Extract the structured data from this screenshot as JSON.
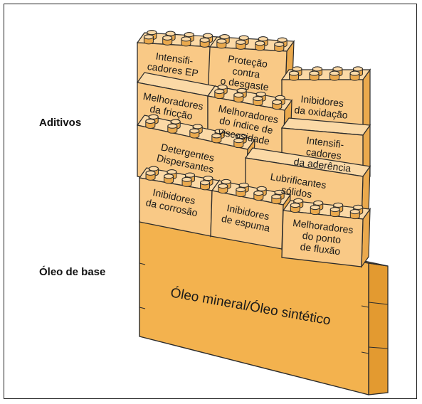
{
  "labels": {
    "additives": "Aditivos",
    "base_oil": "Óleo de base"
  },
  "base_block": "Óleo mineral/Óleo sintético",
  "blocks": {
    "ep": [
      "Intensifi-",
      "cadores EP"
    ],
    "protection": [
      "Proteção",
      "contra",
      "o desgaste"
    ],
    "oxidation": [
      "Inibidores",
      "da oxidação"
    ],
    "friction": [
      "Melhoradores",
      "da fricção"
    ],
    "viscosity": [
      "Melhoradores",
      "do índice de",
      "viscosidade"
    ],
    "adhesion": [
      "Intensifi-",
      "cadores",
      "da aderência"
    ],
    "detergents": [
      "Detergentes",
      "Dispersantes"
    ],
    "lubricants": [
      "Lubrificantes",
      "sólidos"
    ],
    "corrosion": [
      "Inibidores",
      "da corrosão"
    ],
    "foam": [
      "Inibidores",
      "de espuma"
    ],
    "pour": [
      "Melhoradores",
      "do ponto",
      "de fluxão"
    ]
  },
  "colors": {
    "block_front": "#f9c986",
    "block_side": "#eaa94d",
    "block_top": "#fbd9a6",
    "base_front": "#f3b24e",
    "base_side": "#e39a30",
    "base_top": "#f7c577",
    "outline": "#2b2b2b"
  }
}
